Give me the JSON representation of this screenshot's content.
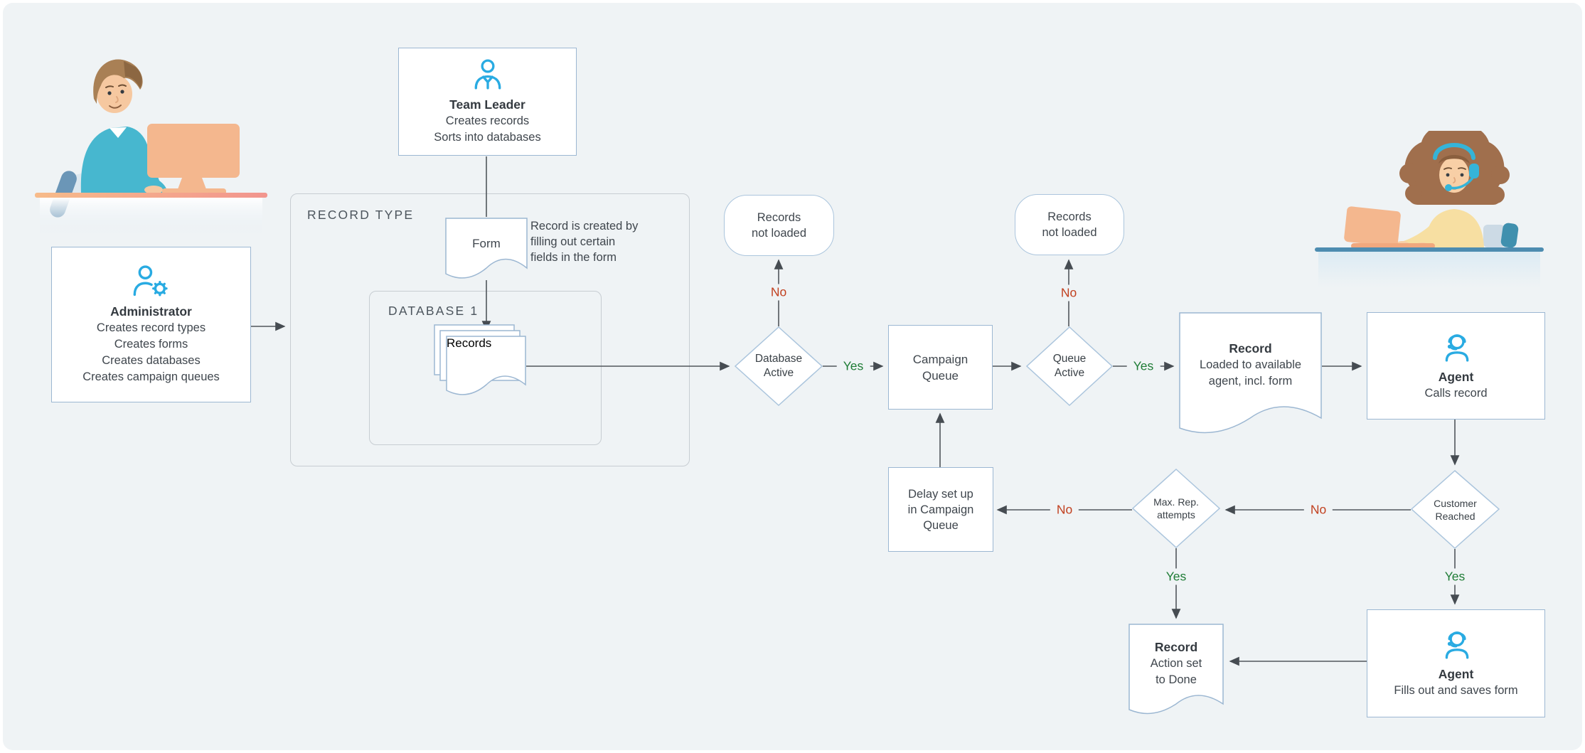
{
  "diagram": {
    "colors": {
      "background": "#eff3f5",
      "accent_blue": "#29abe2",
      "yes_green": "#1e7c35",
      "no_red": "#c1401f",
      "node_border": "#9cb7d2",
      "container_border": "#c7cdd2",
      "arrow": "#50565c"
    },
    "team_leader": {
      "title": "Team Leader",
      "line1": "Creates records",
      "line2": "Sorts into databases",
      "icon": "person-tie-icon"
    },
    "administrator": {
      "title": "Administrator",
      "line1": "Creates record types",
      "line2": "Creates forms",
      "line3": "Creates databases",
      "line4": "Creates campaign queues",
      "icon": "person-gear-icon"
    },
    "record_type_container": {
      "label": "RECORD TYPE"
    },
    "database1_container": {
      "label": "DATABASE 1"
    },
    "form_doc": {
      "label": "Form"
    },
    "form_note": {
      "line1": "Record is created by",
      "line2": "filling out certain",
      "line3": "fields in the form"
    },
    "records_doc": {
      "label": "Records"
    },
    "records_not_loaded_1": {
      "line1": "Records",
      "line2": "not loaded"
    },
    "records_not_loaded_2": {
      "line1": "Records",
      "line2": "not loaded"
    },
    "database_active": {
      "line1": "Database",
      "line2": "Active",
      "no_label": "No",
      "yes_label": "Yes"
    },
    "campaign_queue": {
      "line1": "Campaign",
      "line2": "Queue"
    },
    "queue_active": {
      "line1": "Queue",
      "line2": "Active",
      "no_label": "No",
      "yes_label": "Yes"
    },
    "record_loaded": {
      "title": "Record",
      "line1": "Loaded to available",
      "line2": "agent, incl. form"
    },
    "agent_calls": {
      "title": "Agent",
      "line": "Calls record",
      "icon": "headset-person-icon"
    },
    "customer_reached": {
      "line1": "Customer",
      "line2": "Reached",
      "no_label": "No",
      "yes_label": "Yes"
    },
    "max_attempts": {
      "line1": "Max. Rep.",
      "line2": "attempts",
      "no_label": "No",
      "yes_label": "Yes"
    },
    "delay": {
      "line1": "Delay set up",
      "line2": "in Campaign",
      "line3": "Queue"
    },
    "record_done": {
      "title": "Record",
      "line1": "Action set",
      "line2": "to Done"
    },
    "agent_fills": {
      "title": "Agent",
      "line": "Fills out and saves form",
      "icon": "headset-person-icon"
    }
  }
}
